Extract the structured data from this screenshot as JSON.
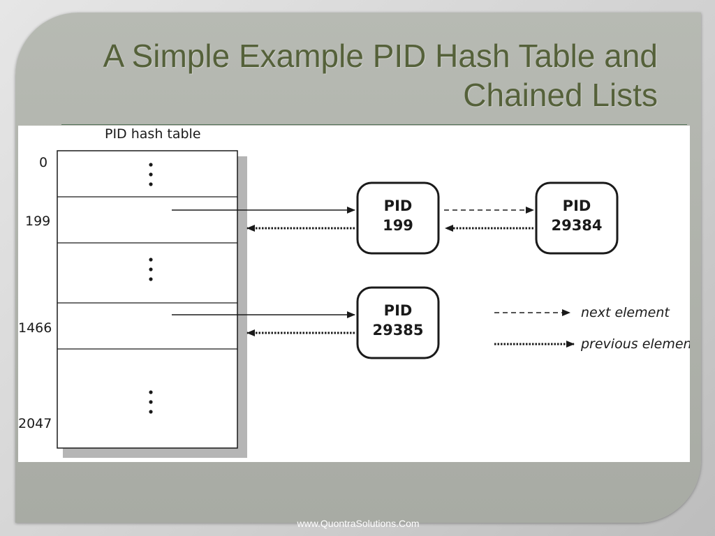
{
  "slide": {
    "title_line1": "A Simple Example PID Hash Table and",
    "title_line2": "Chained Lists",
    "footer": "www.QuontraSolutions.Com"
  },
  "diagram": {
    "table_title": "PID hash table",
    "row_labels": {
      "row0": "0",
      "row199": "199",
      "row1466": "1466",
      "row2047": "2047"
    },
    "nodes": {
      "node199": {
        "line1": "PID",
        "line2": "199"
      },
      "node29384": {
        "line1": "PID",
        "line2": "29384"
      },
      "node29385": {
        "line1": "PID",
        "line2": "29385"
      }
    },
    "legend": {
      "next": "next element",
      "previous": "previous element"
    }
  }
}
